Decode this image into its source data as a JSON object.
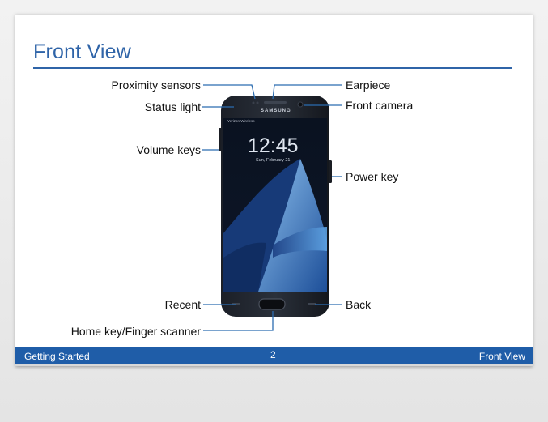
{
  "page": {
    "title": "Front View"
  },
  "callouts": {
    "proximity_sensors": "Proximity sensors",
    "status_light": "Status light",
    "volume_keys": "Volume keys",
    "recent": "Recent",
    "home_key": "Home key/Finger scanner",
    "earpiece": "Earpiece",
    "front_camera": "Front camera",
    "power_key": "Power key",
    "back": "Back"
  },
  "phone_screen": {
    "brand": "SAMSUNG",
    "carrier": "Verizon Wireless",
    "time": "12:45",
    "date": "Sun, February 21"
  },
  "footer": {
    "left": "Getting Started",
    "center": "2",
    "right": "Front View"
  },
  "colors": {
    "accent": "#2f64a8",
    "footer_bg": "#1f5da8"
  }
}
